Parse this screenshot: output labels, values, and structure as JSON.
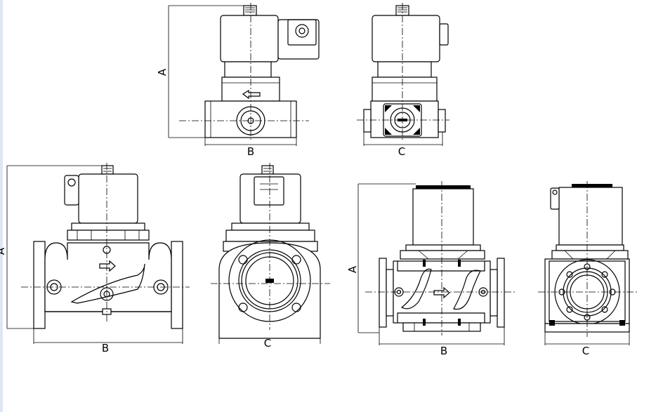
{
  "views": [
    {
      "id": "small-front",
      "dims": {
        "height": "A",
        "width": "B"
      }
    },
    {
      "id": "small-side",
      "dims": {
        "width": "C"
      }
    },
    {
      "id": "flanged-front",
      "dims": {
        "height": "A",
        "width": "B"
      }
    },
    {
      "id": "flanged-side",
      "dims": {
        "width": "C"
      }
    },
    {
      "id": "section-front",
      "dims": {
        "height": "A",
        "width": "B"
      }
    },
    {
      "id": "section-side",
      "dims": {
        "width": "C"
      }
    }
  ],
  "colors": {
    "line": "#000000",
    "background": "#ffffff",
    "edge": "#dfe6f3"
  }
}
